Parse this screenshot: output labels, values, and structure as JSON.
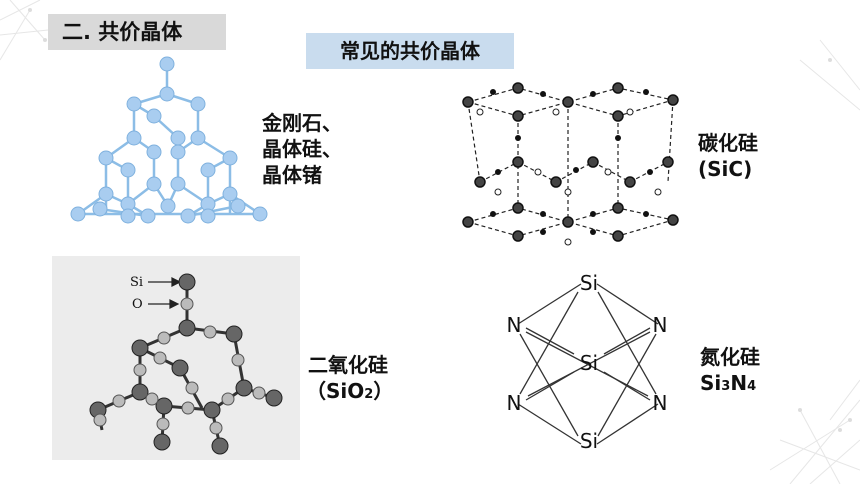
{
  "section_heading": "二. 共价晶体",
  "banner_title": "常见的共价晶体",
  "crystals": {
    "diamond": {
      "lines": [
        "金刚石、",
        "晶体硅、",
        "晶体锗"
      ]
    },
    "silicon_carbide": {
      "name": "碳化硅",
      "formula": "(SiC)"
    },
    "silicon_dioxide": {
      "name": "二氧化硅",
      "formula_open": "（SiO",
      "formula_sub": "2",
      "formula_close": "）"
    },
    "silicon_nitride": {
      "name": "氮化硅",
      "formula_si": "Si",
      "formula_si_sub": "3",
      "formula_n": "N",
      "formula_n_sub": "4"
    }
  },
  "sio2_diagram": {
    "si_label": "Si",
    "o_label": "O"
  },
  "si3n4_diagram": {
    "si_atom": "Si",
    "n_atom": "N"
  },
  "colors": {
    "heading_bg": "#d9d9d9",
    "banner_bg": "#c9dcee",
    "diamond_atom": "#a9cdf0",
    "diamond_bond": "#8cbde6"
  }
}
